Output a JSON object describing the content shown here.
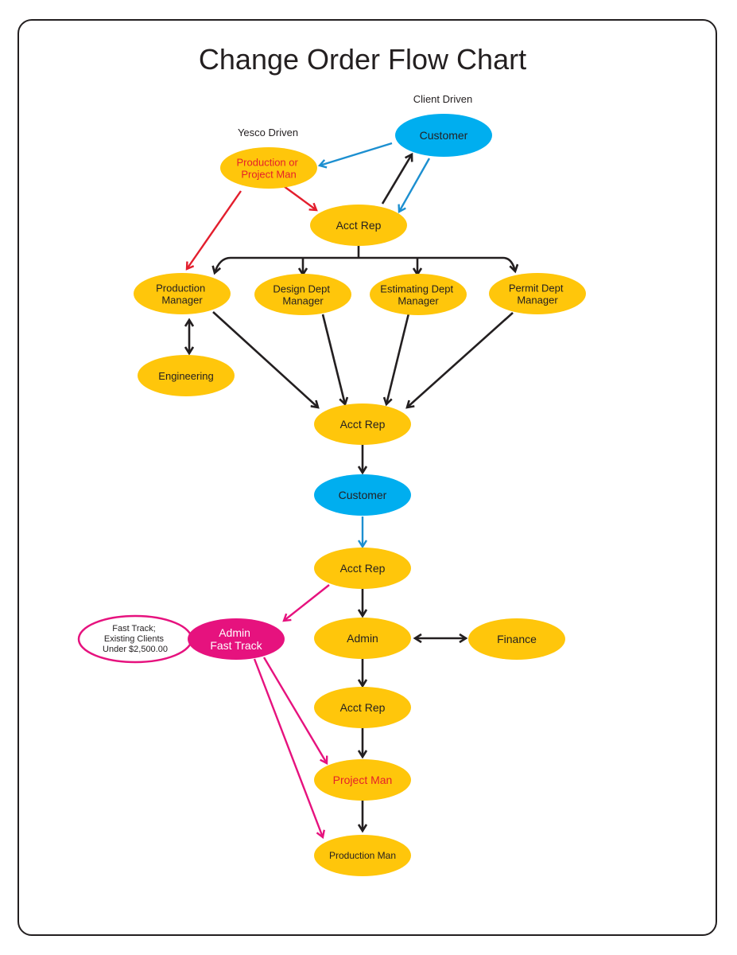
{
  "title": "Change Order Flow Chart",
  "captions": {
    "client_driven": "Client Driven",
    "yesco_driven": "Yesco Driven"
  },
  "colors": {
    "yellow": "#FFC60B",
    "blue": "#00AEEF",
    "magenta": "#E6127E",
    "red_text": "#E5202A",
    "black": "#231f20",
    "arrow_blue": "#1C8FD0",
    "arrow_red": "#E31E2D",
    "arrow_magenta": "#E6127E"
  },
  "nodes": {
    "customer_top": {
      "lines": [
        "Customer"
      ]
    },
    "prod_or_pm": {
      "lines": [
        "Production or",
        "Project Man"
      ]
    },
    "acct_rep_1": {
      "lines": [
        "Acct Rep"
      ]
    },
    "production_manager": {
      "lines": [
        "Production",
        "Manager"
      ]
    },
    "design_dept": {
      "lines": [
        "Design Dept",
        "Manager"
      ]
    },
    "estimating_dept": {
      "lines": [
        "Estimating Dept",
        "Manager"
      ]
    },
    "permit_dept": {
      "lines": [
        "Permit Dept",
        "Manager"
      ]
    },
    "engineering": {
      "lines": [
        "Engineering"
      ]
    },
    "acct_rep_2": {
      "lines": [
        "Acct Rep"
      ]
    },
    "customer_mid": {
      "lines": [
        "Customer"
      ]
    },
    "acct_rep_3": {
      "lines": [
        "Acct Rep"
      ]
    },
    "admin_fast_track": {
      "lines": [
        "Admin",
        "Fast Track"
      ]
    },
    "fast_track_note": {
      "lines": [
        "Fast Track;",
        "Existing Clients",
        "Under $2,500.00"
      ]
    },
    "admin": {
      "lines": [
        "Admin"
      ]
    },
    "finance": {
      "lines": [
        "Finance"
      ]
    },
    "acct_rep_4": {
      "lines": [
        "Acct Rep"
      ]
    },
    "project_man": {
      "lines": [
        "Project Man"
      ]
    },
    "production_man": {
      "lines": [
        "Production Man"
      ]
    }
  }
}
